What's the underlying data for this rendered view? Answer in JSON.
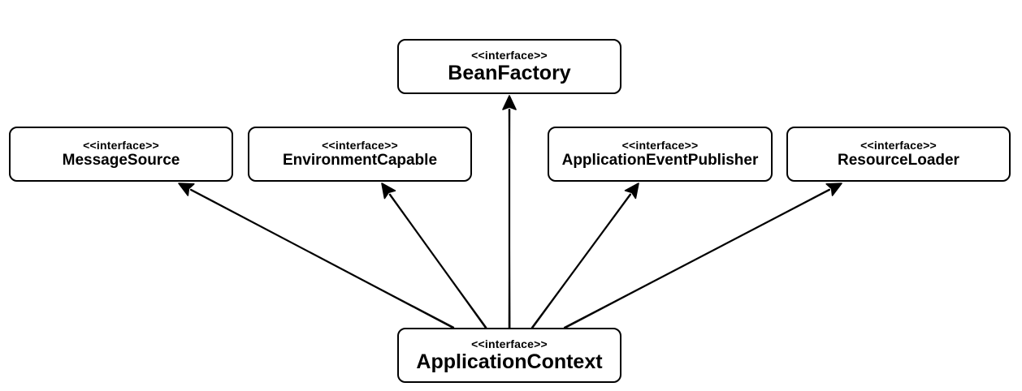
{
  "diagram": {
    "nodes": [
      {
        "id": "beanfactory",
        "stereotype": "<<interface>>",
        "name": "BeanFactory"
      },
      {
        "id": "messagesource",
        "stereotype": "<<interface>>",
        "name": "MessageSource"
      },
      {
        "id": "environmentcapable",
        "stereotype": "<<interface>>",
        "name": "EnvironmentCapable"
      },
      {
        "id": "eventpublisher",
        "stereotype": "<<interface>>",
        "name": "ApplicationEventPublisher"
      },
      {
        "id": "resourceloader",
        "stereotype": "<<interface>>",
        "name": "ResourceLoader"
      },
      {
        "id": "applicationcontext",
        "stereotype": "<<interface>>",
        "name": "ApplicationContext"
      }
    ],
    "edges": [
      {
        "from": "applicationcontext",
        "to": "messagesource"
      },
      {
        "from": "applicationcontext",
        "to": "environmentcapable"
      },
      {
        "from": "applicationcontext",
        "to": "beanfactory"
      },
      {
        "from": "applicationcontext",
        "to": "eventpublisher"
      },
      {
        "from": "applicationcontext",
        "to": "resourceloader"
      }
    ],
    "colors": {
      "stroke": "#000000",
      "background": "#ffffff"
    }
  }
}
